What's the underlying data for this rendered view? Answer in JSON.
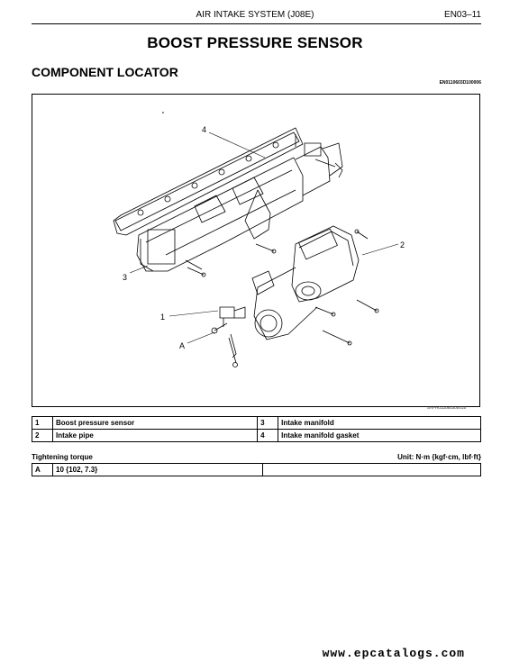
{
  "header": {
    "title": "AIR INTAKE SYSTEM (J08E)",
    "page": "EN03–11"
  },
  "main_title": "BOOST PRESSURE SENSOR",
  "section_title": "COMPONENT LOCATOR",
  "doc_code": "EN0110603D100006",
  "figure": {
    "code": "SAPH012080300015",
    "callouts": [
      "1",
      "2",
      "3",
      "4",
      "A"
    ]
  },
  "parts": [
    {
      "num": "1",
      "name": "Boost pressure sensor",
      "num2": "3",
      "name2": "Intake manifold"
    },
    {
      "num": "2",
      "name": "Intake pipe",
      "num2": "4",
      "name2": "Intake manifold gasket"
    }
  ],
  "torque": {
    "label": "Tightening torque",
    "unit": "Unit: N·m {kgf·cm, lbf·ft}",
    "rows": [
      {
        "key": "A",
        "value": "10 {102, 7.3}"
      }
    ]
  },
  "watermark": "www.epcatalogs.com"
}
